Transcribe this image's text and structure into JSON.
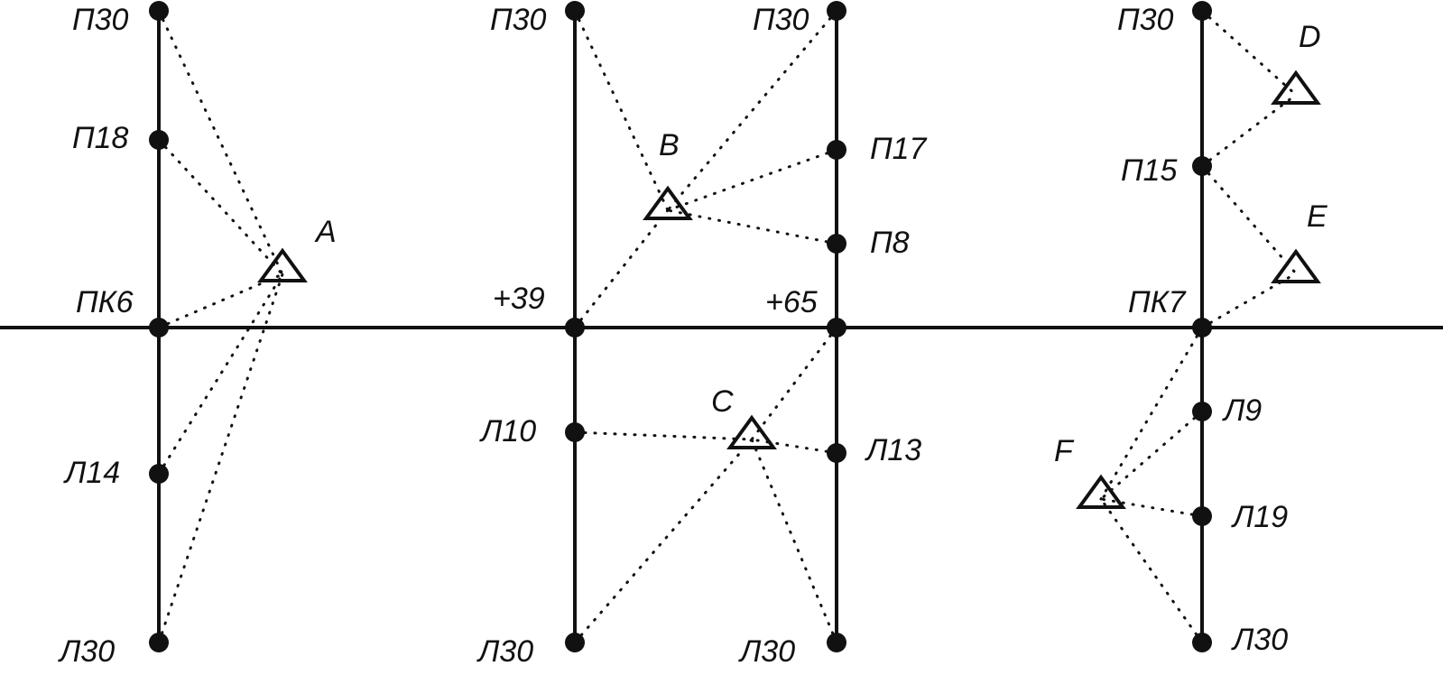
{
  "labels": {
    "pk6": "ПК6",
    "p39": "+39",
    "p65": "+65",
    "pk7": "ПК7",
    "s1_top": "П30",
    "s1_p18": "П18",
    "s1_l14": "Л14",
    "s1_bottom": "Л30",
    "s2_top": "П30",
    "s2_l10": "Л10",
    "s2_bottom": "Л30",
    "s3_top": "П30",
    "s3_p17": "П17",
    "s3_p8": "П8",
    "s3_l13": "Л13",
    "s3_bottom": "Л30",
    "s4_top": "П30",
    "s4_p15": "П15",
    "s4_l9": "Л9",
    "s4_l19": "Л19",
    "s4_bottom": "Л30",
    "st_a": "A",
    "st_b": "B",
    "st_c": "C",
    "st_d": "D",
    "st_e": "E",
    "st_f": "F"
  },
  "colors": {
    "ink": "#111111",
    "background": "#ffffff"
  }
}
